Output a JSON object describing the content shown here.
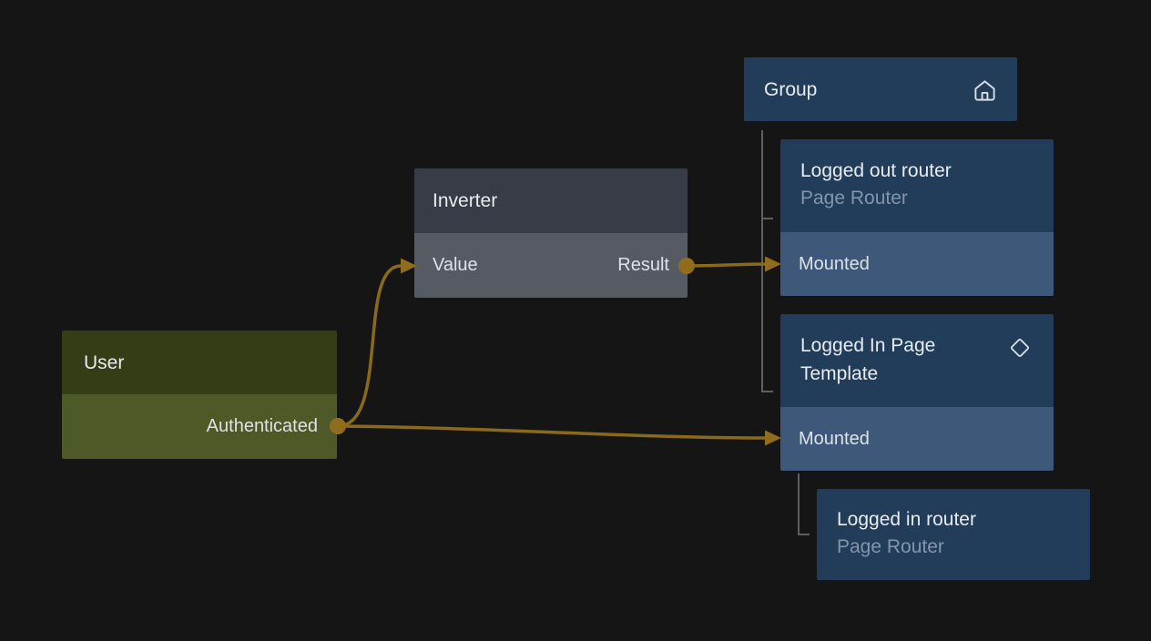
{
  "colors": {
    "canvas_bg": "#151515",
    "group_header": "#223d5a",
    "group_row": "#3d5878",
    "inverter_header": "#383c46",
    "inverter_row": "#565a63",
    "user_header": "#333e16",
    "user_row": "#4d5a27",
    "title_text": "#e8ebef",
    "subtitle_text": "#8395ad",
    "row_text": "#dde2e8",
    "edge_color": "#8a691b",
    "port_color": "#8f6d1d",
    "tree_line": "#5f5f5f"
  },
  "nodes": {
    "group": {
      "title": "Group",
      "icon": "home-icon"
    },
    "logged_out_router": {
      "title": "Logged out router",
      "subtitle": "Page Router",
      "input_label": "Mounted"
    },
    "logged_in_template": {
      "title": "Logged In Page Template",
      "icon": "diamond-icon",
      "input_label": "Mounted"
    },
    "logged_in_router": {
      "title": "Logged in router",
      "subtitle": "Page Router"
    },
    "inverter": {
      "title": "Inverter",
      "input_label": "Value",
      "output_label": "Result"
    },
    "user": {
      "title": "User",
      "output_label": "Authenticated"
    }
  },
  "edges": [
    {
      "from": "User.Authenticated",
      "to": "Inverter.Value"
    },
    {
      "from": "Inverter.Result",
      "to": "Logged out router.Mounted"
    },
    {
      "from": "User.Authenticated",
      "to": "Logged In Page Template.Mounted"
    }
  ],
  "hierarchy": [
    {
      "parent": "Group",
      "children": [
        "Logged out router",
        "Logged In Page Template"
      ]
    },
    {
      "parent": "Logged In Page Template.Mounted",
      "children": [
        "Logged in router"
      ]
    }
  ]
}
